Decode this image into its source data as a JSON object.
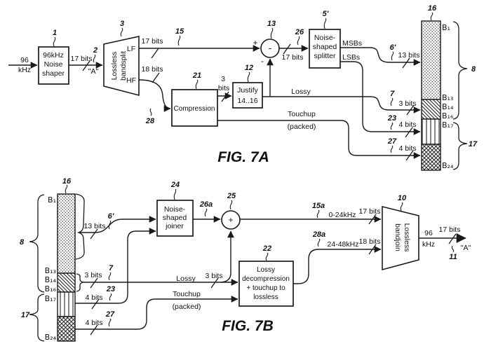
{
  "fig7a": {
    "title": "FIG. 7A",
    "input_rate": [
      "96",
      "kHz"
    ],
    "shaper": {
      "ref": "1",
      "lines": [
        "96kHz",
        "Noise",
        "shaper"
      ]
    },
    "sig_in": {
      "bits": "17 bits",
      "ref": "2",
      "name": "\"A\""
    },
    "bandsplit": {
      "ref": "3",
      "lines": [
        "Lossless",
        "bandsplit"
      ],
      "lf": "LF",
      "hf": "HF"
    },
    "lf_line": {
      "ref": "15",
      "bits": "17 bits"
    },
    "hf_line": {
      "ref": "28",
      "bits": "18 bits"
    },
    "subtractor": {
      "ref": "13",
      "plus": "+",
      "minus": "-",
      "minus_port": "-"
    },
    "diff_line": {
      "ref": "26",
      "bits": "17 bits"
    },
    "compression": {
      "ref": "21",
      "label": "Compression"
    },
    "comp_out": {
      "num": "3",
      "unit": "bits"
    },
    "justify": {
      "ref": "12",
      "lines": [
        "Justify",
        "14..16"
      ]
    },
    "lossy_label": "Lossy",
    "touchup_label": "Touchup",
    "packed_label": "(packed)",
    "splitter": {
      "ref": "5'",
      "lines": [
        "Noise-",
        "shaped",
        "splitter"
      ],
      "msbs": "MSBs",
      "lsbs": "LSBs"
    },
    "msb_line": {
      "ref": "6'",
      "bits": "13 bits"
    },
    "lossy_line": {
      "ref": "7",
      "bits": "3 bits"
    },
    "lsb_line": {
      "ref": "23",
      "bits": "4 bits"
    },
    "touchup_line": {
      "ref": "27",
      "bits": "4 bits"
    },
    "bar": {
      "ref": "16",
      "b1": "B₁",
      "b13": "B₁₃",
      "b14": "B₁₄",
      "b16": "B₁₆",
      "b17": "B₁₇",
      "b24": "B₂₄",
      "brace_top": "8",
      "brace_bottom": "17"
    }
  },
  "fig7b": {
    "title": "FIG. 7B",
    "bar": {
      "ref": "16",
      "b1": "B₁",
      "b13": "B₁₃",
      "b14": "B₁₄",
      "b16": "B₁₆",
      "b17": "B₁₇",
      "b24": "B₂₄",
      "brace_top": "8",
      "brace_bottom": "17"
    },
    "msb_line": {
      "ref": "6'",
      "bits": "13 bits"
    },
    "lossy_line": {
      "ref": "7",
      "bits": "3 bits",
      "label": "Lossy",
      "bits2": "3 bits"
    },
    "lsb_line": {
      "ref": "23",
      "bits": "4 bits"
    },
    "touchup_line": {
      "ref": "27",
      "bits": "4 bits",
      "label": "Touchup",
      "packed": "(packed)"
    },
    "joiner": {
      "ref": "24",
      "lines": [
        "Noise-",
        "shaped",
        "joiner"
      ]
    },
    "joined_line": {
      "ref": "26a"
    },
    "adder": {
      "ref": "25",
      "plus": "+"
    },
    "decomp": {
      "ref": "22",
      "lines": [
        "Lossy",
        "decompression",
        "+ touchup to",
        "lossless"
      ]
    },
    "lf_out": {
      "ref": "15a",
      "band": "0-24kHz",
      "bits": "17 bits"
    },
    "hf_out": {
      "ref": "28a",
      "band": "24-48kHz",
      "bits": "18 bits"
    },
    "bandjoin": {
      "ref": "10",
      "lines": [
        "Lossless",
        "bandjoin"
      ]
    },
    "output": {
      "rate": [
        "96",
        "kHz"
      ],
      "bits": "17 bits",
      "name": "\"A\"",
      "ref": "11"
    }
  }
}
